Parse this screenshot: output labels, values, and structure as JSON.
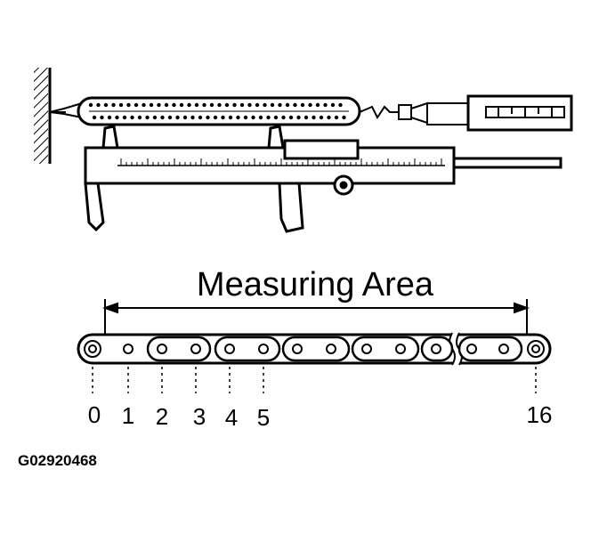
{
  "figure": {
    "id_code": "G02920468"
  },
  "chain": {
    "area_label": "Measuring Area",
    "pin_labels": [
      "0",
      "1",
      "2",
      "3",
      "4",
      "5",
      "16"
    ]
  },
  "colors": {
    "ink": "#000000",
    "paper": "#ffffff"
  }
}
